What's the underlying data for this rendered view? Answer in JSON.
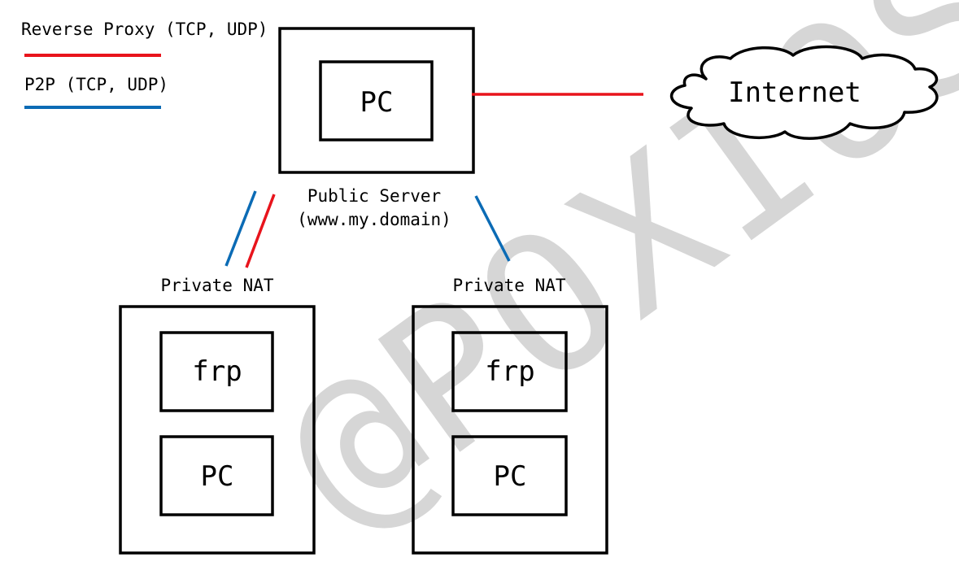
{
  "legend": {
    "reverse_proxy": {
      "label": "Reverse Proxy (TCP, UDP)",
      "color": "#e8141c"
    },
    "p2p": {
      "label": "P2P (TCP, UDP)",
      "color": "#0b6bb5"
    }
  },
  "public_server": {
    "pc_label": "PC",
    "caption_line1": "Public Server",
    "caption_line2": "(www.my.domain)"
  },
  "internet": {
    "label": "Internet"
  },
  "nat_left": {
    "caption": "Private NAT",
    "frp_label": "frp",
    "pc_label": "PC"
  },
  "nat_right": {
    "caption": "Private NAT",
    "frp_label": "frp",
    "pc_label": "PC"
  },
  "watermark": {
    "text": "@POXIOS",
    "color": "#d6d6d6"
  }
}
